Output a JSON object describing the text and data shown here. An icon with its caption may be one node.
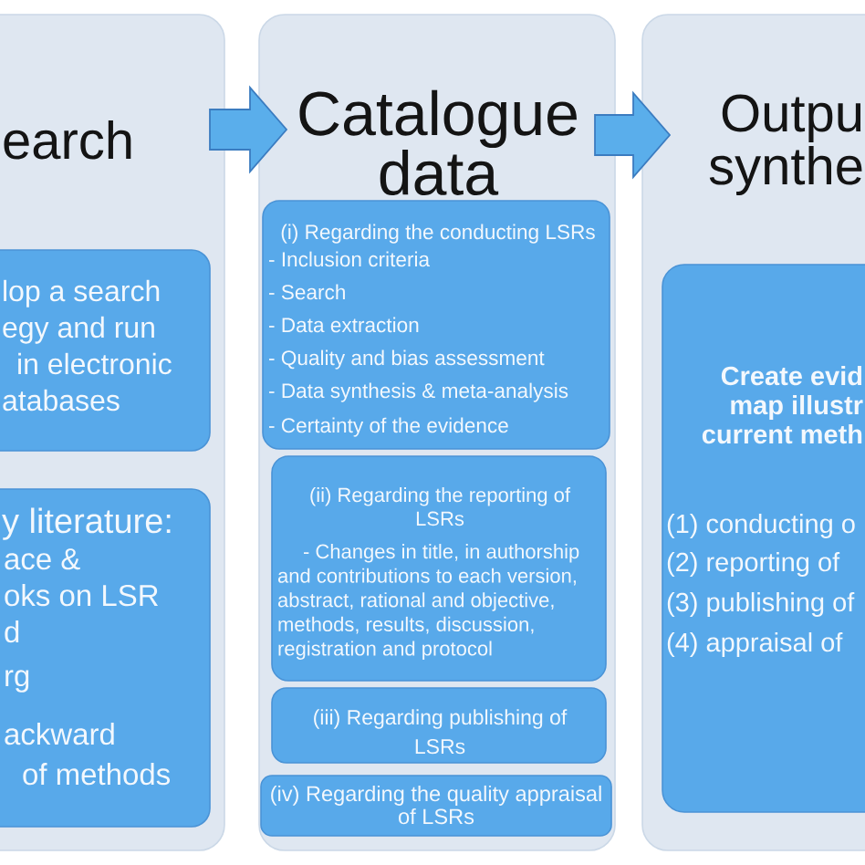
{
  "diagram": {
    "nodes": [
      {
        "text": [
          "earch"
        ]
      },
      {
        "text": [
          "lop a search egy and run in electronic atabases"
        ],
        "in": 0
      },
      {
        "text": [
          "y literature:",
          "ace & oks on LSR d",
          "rg",
          "ackward of methods"
        ],
        "in": 0
      },
      {
        "text": [
          "Catalogue data"
        ]
      },
      {
        "text": [
          "(i) Regarding the conducting LSRs",
          "- Inclusion criteria",
          "- Search",
          "- Data extraction",
          "- Quality and bias assessment",
          "- Data synthesis & meta-analysis",
          "- Certainty of the evidence"
        ],
        "in": 3
      },
      {
        "text": [
          "(ii) Regarding the reporting of LSRs",
          "- Changes in title, in authorship and contributions to each version, abstract, rational and objective, methods, results, discussion, registration and protocol"
        ],
        "in": 3
      },
      {
        "text": [
          "(iii) Regarding publishing of LSRs"
        ],
        "in": 3
      },
      {
        "text": [
          "(iv) Regarding the quality appraisal of LSRs"
        ],
        "in": 3
      },
      {
        "text": [
          "Outpu synthe"
        ]
      },
      {
        "text": [
          "Create evid map illustr current meth",
          "(1) conducting o",
          "(2) reporting of",
          "(3) publishing of",
          "(4) appraisal of"
        ],
        "in": 8
      }
    ],
    "edges": [
      {
        "from": 0,
        "to": 3,
        "arrow": "to"
      },
      {
        "from": 3,
        "to": 8,
        "arrow": "to"
      }
    ]
  }
}
